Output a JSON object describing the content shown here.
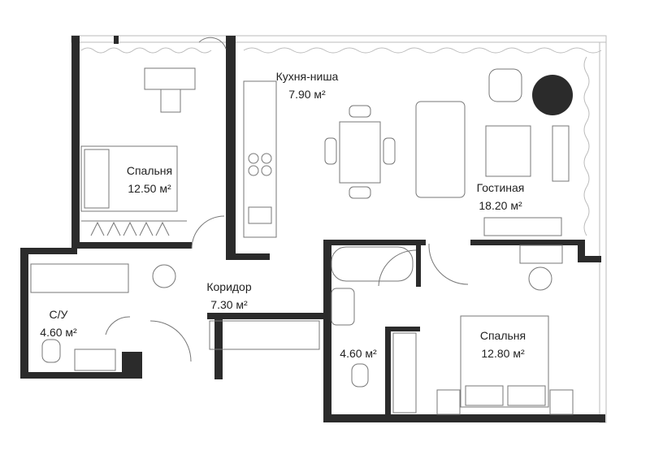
{
  "rooms": {
    "kitchen": {
      "name": "Кухня-ниша",
      "area": "7.90 м²"
    },
    "bedroom1": {
      "name": "Спальня",
      "area": "12.50 м²"
    },
    "living": {
      "name": "Гостиная",
      "area": "18.20 м²"
    },
    "corridor": {
      "name": "Коридор",
      "area": "7.30 м²"
    },
    "bathroom1": {
      "name": "С/У",
      "area": "4.60 м²"
    },
    "bathroom2": {
      "area": "4.60 м²"
    },
    "bedroom2": {
      "name": "Спальня",
      "area": "12.80 м²"
    }
  },
  "colors": {
    "wall": "#2b2b2b",
    "accent_circle": "#2b2b2b"
  }
}
